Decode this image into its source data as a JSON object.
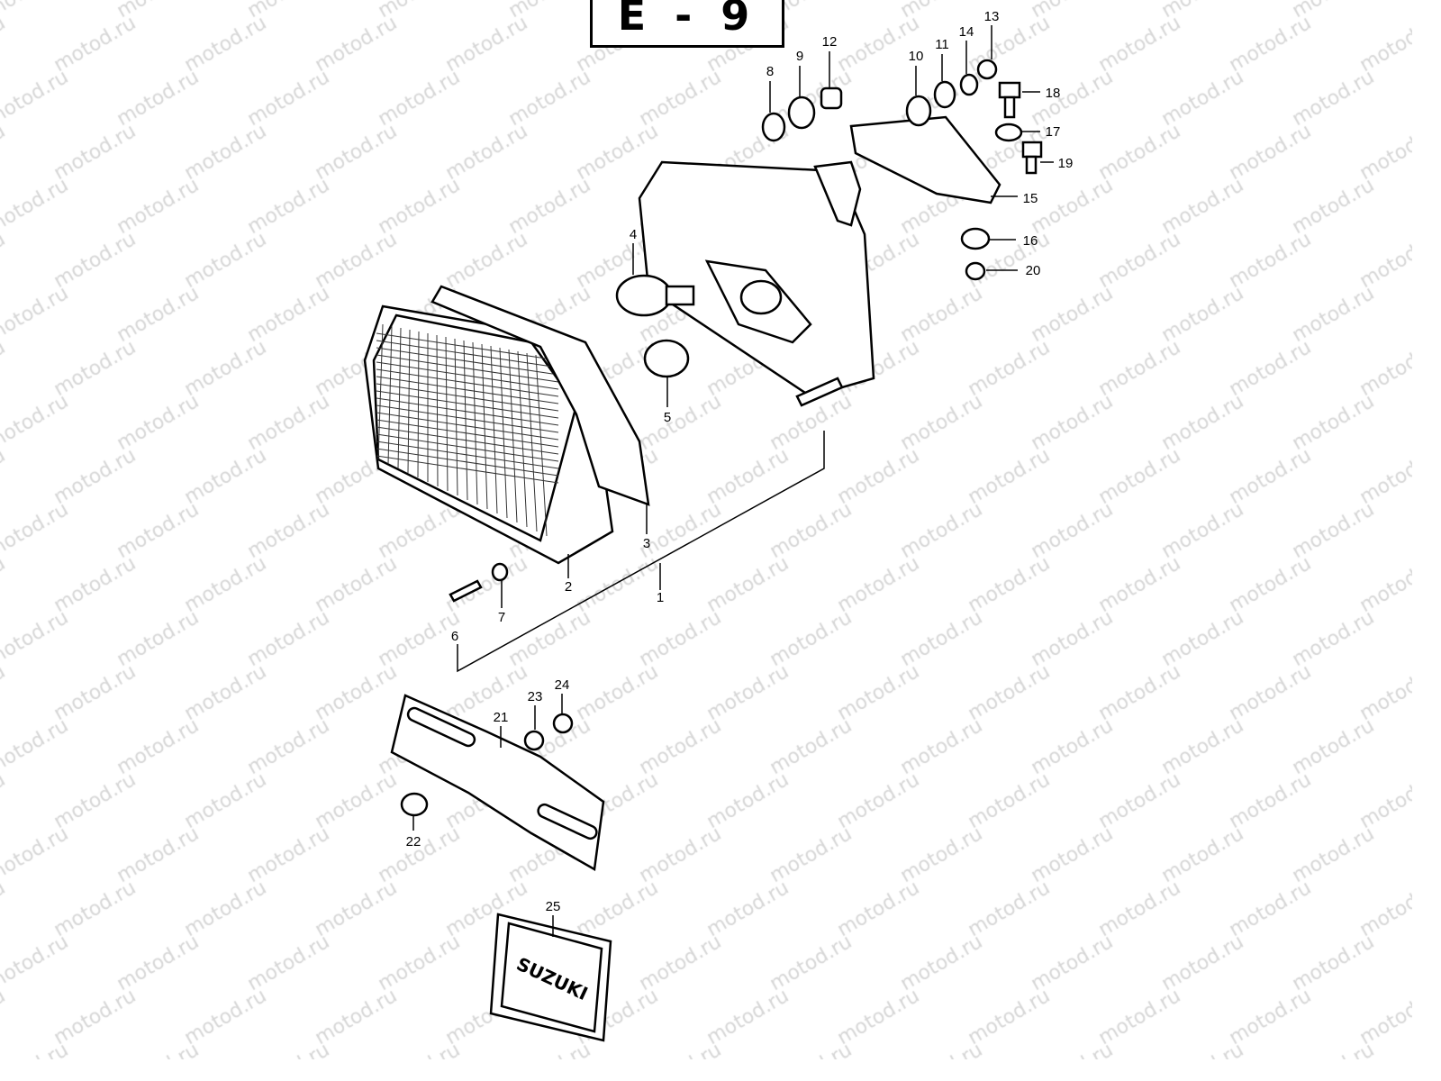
{
  "figure_label": "E - 9",
  "watermark": "motod.ru",
  "plate_logo": "SUZUKI",
  "callouts": [
    "1",
    "2",
    "3",
    "4",
    "5",
    "6",
    "7",
    "8",
    "9",
    "10",
    "11",
    "12",
    "13",
    "14",
    "15",
    "16",
    "17",
    "18",
    "19",
    "20",
    "21",
    "22",
    "23",
    "24",
    "25"
  ]
}
